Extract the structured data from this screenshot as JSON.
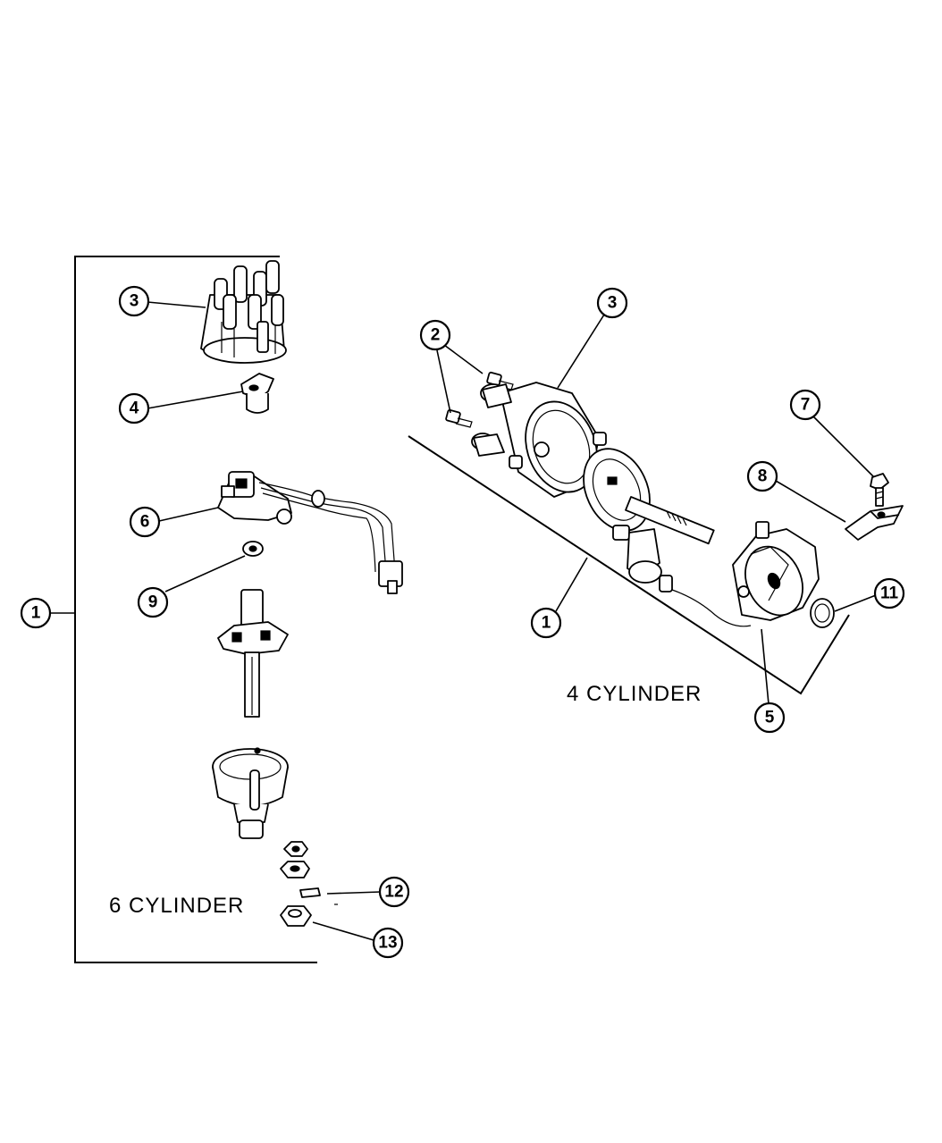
{
  "groups": {
    "six_cylinder": {
      "label": "6 CYLINDER"
    },
    "four_cylinder": {
      "label": "4 CYLINDER"
    }
  },
  "callouts": {
    "six_1": "1",
    "six_3": "3",
    "six_4": "4",
    "six_6": "6",
    "six_9": "9",
    "six_12": "12",
    "six_13": "13",
    "four_1": "1",
    "four_2": "2",
    "four_3": "3",
    "four_5": "5",
    "four_7": "7",
    "four_8": "8",
    "four_11": "11"
  }
}
